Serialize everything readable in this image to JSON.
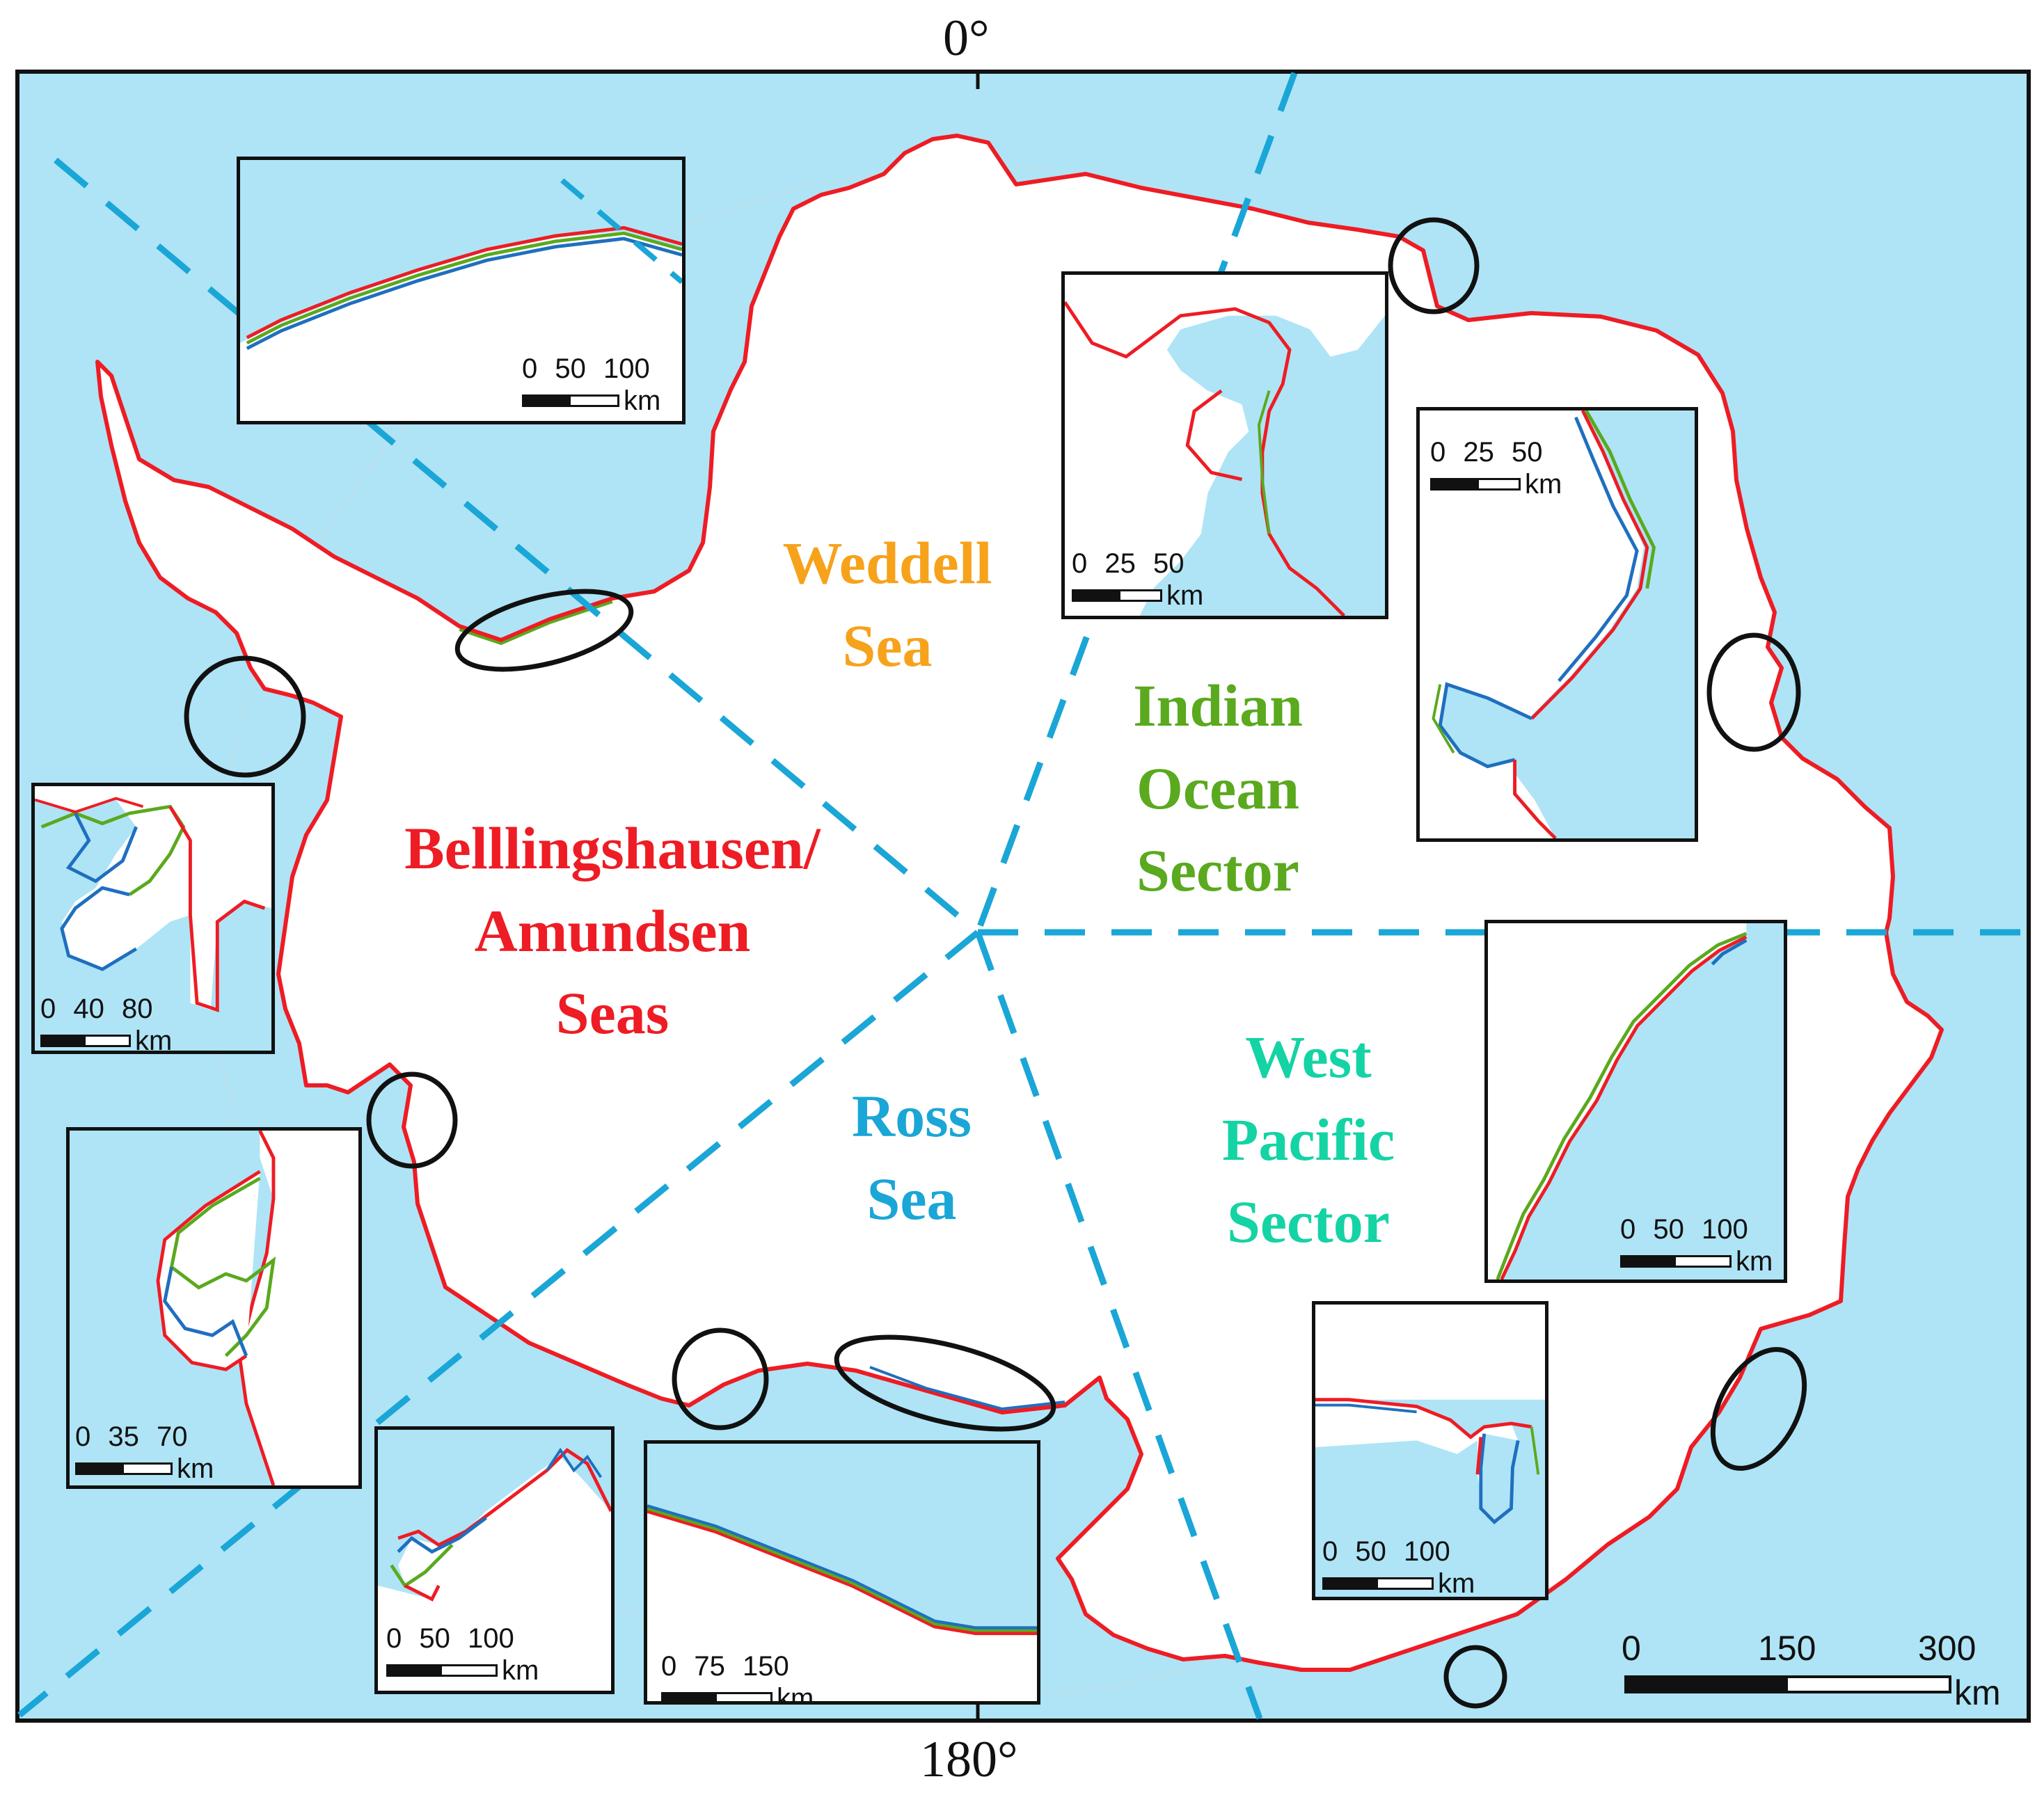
{
  "map": {
    "axis_top": "0°",
    "axis_bottom": "180°",
    "colors": {
      "ocean": "#aee4f6",
      "land": "#ffffff",
      "coast_red": "#ee1c24",
      "coast_green": "#5aa91e",
      "coast_blue": "#1f6fbf",
      "divider": "#1aa6d6"
    },
    "regions": {
      "weddell": {
        "lines": [
          "Weddell",
          "Sea"
        ],
        "color": "#f7a21b"
      },
      "indian": {
        "lines": [
          "Indian",
          "Ocean",
          "Sector"
        ],
        "color": "#5aa91e"
      },
      "bellingshausen": {
        "lines": [
          "Belllingshausen/",
          "Amundsen",
          "Seas"
        ],
        "color": "#ee1c24"
      },
      "ross": {
        "lines": [
          "Ross",
          "Sea"
        ],
        "color": "#1aa6d6"
      },
      "west_pacific": {
        "lines": [
          "West",
          "Pacific",
          "Sector"
        ],
        "color": "#14d3a4"
      }
    },
    "main_scalebar": {
      "ticks": [
        "0",
        "150",
        "300"
      ],
      "unit": "km"
    },
    "insets": [
      {
        "id": "peninsula-east",
        "ticks": "0 50 100",
        "unit": "km"
      },
      {
        "id": "weddell-east",
        "ticks": "0 25 50",
        "unit": "km"
      },
      {
        "id": "indian-east",
        "ticks": "0 25 50",
        "unit": "km"
      },
      {
        "id": "bellingshausen-north",
        "ticks": "0 40 80",
        "unit": "km"
      },
      {
        "id": "amundsen-south",
        "ticks": "0 35 70",
        "unit": "km"
      },
      {
        "id": "ross-west",
        "ticks": "0 50 100",
        "unit": "km"
      },
      {
        "id": "ross-shelf",
        "ticks": "0 75 150",
        "unit": "km"
      },
      {
        "id": "wilkes-south",
        "ticks": "0 50 100",
        "unit": "km"
      },
      {
        "id": "west-pacific-east",
        "ticks": "0 50 100",
        "unit": "km"
      }
    ]
  }
}
